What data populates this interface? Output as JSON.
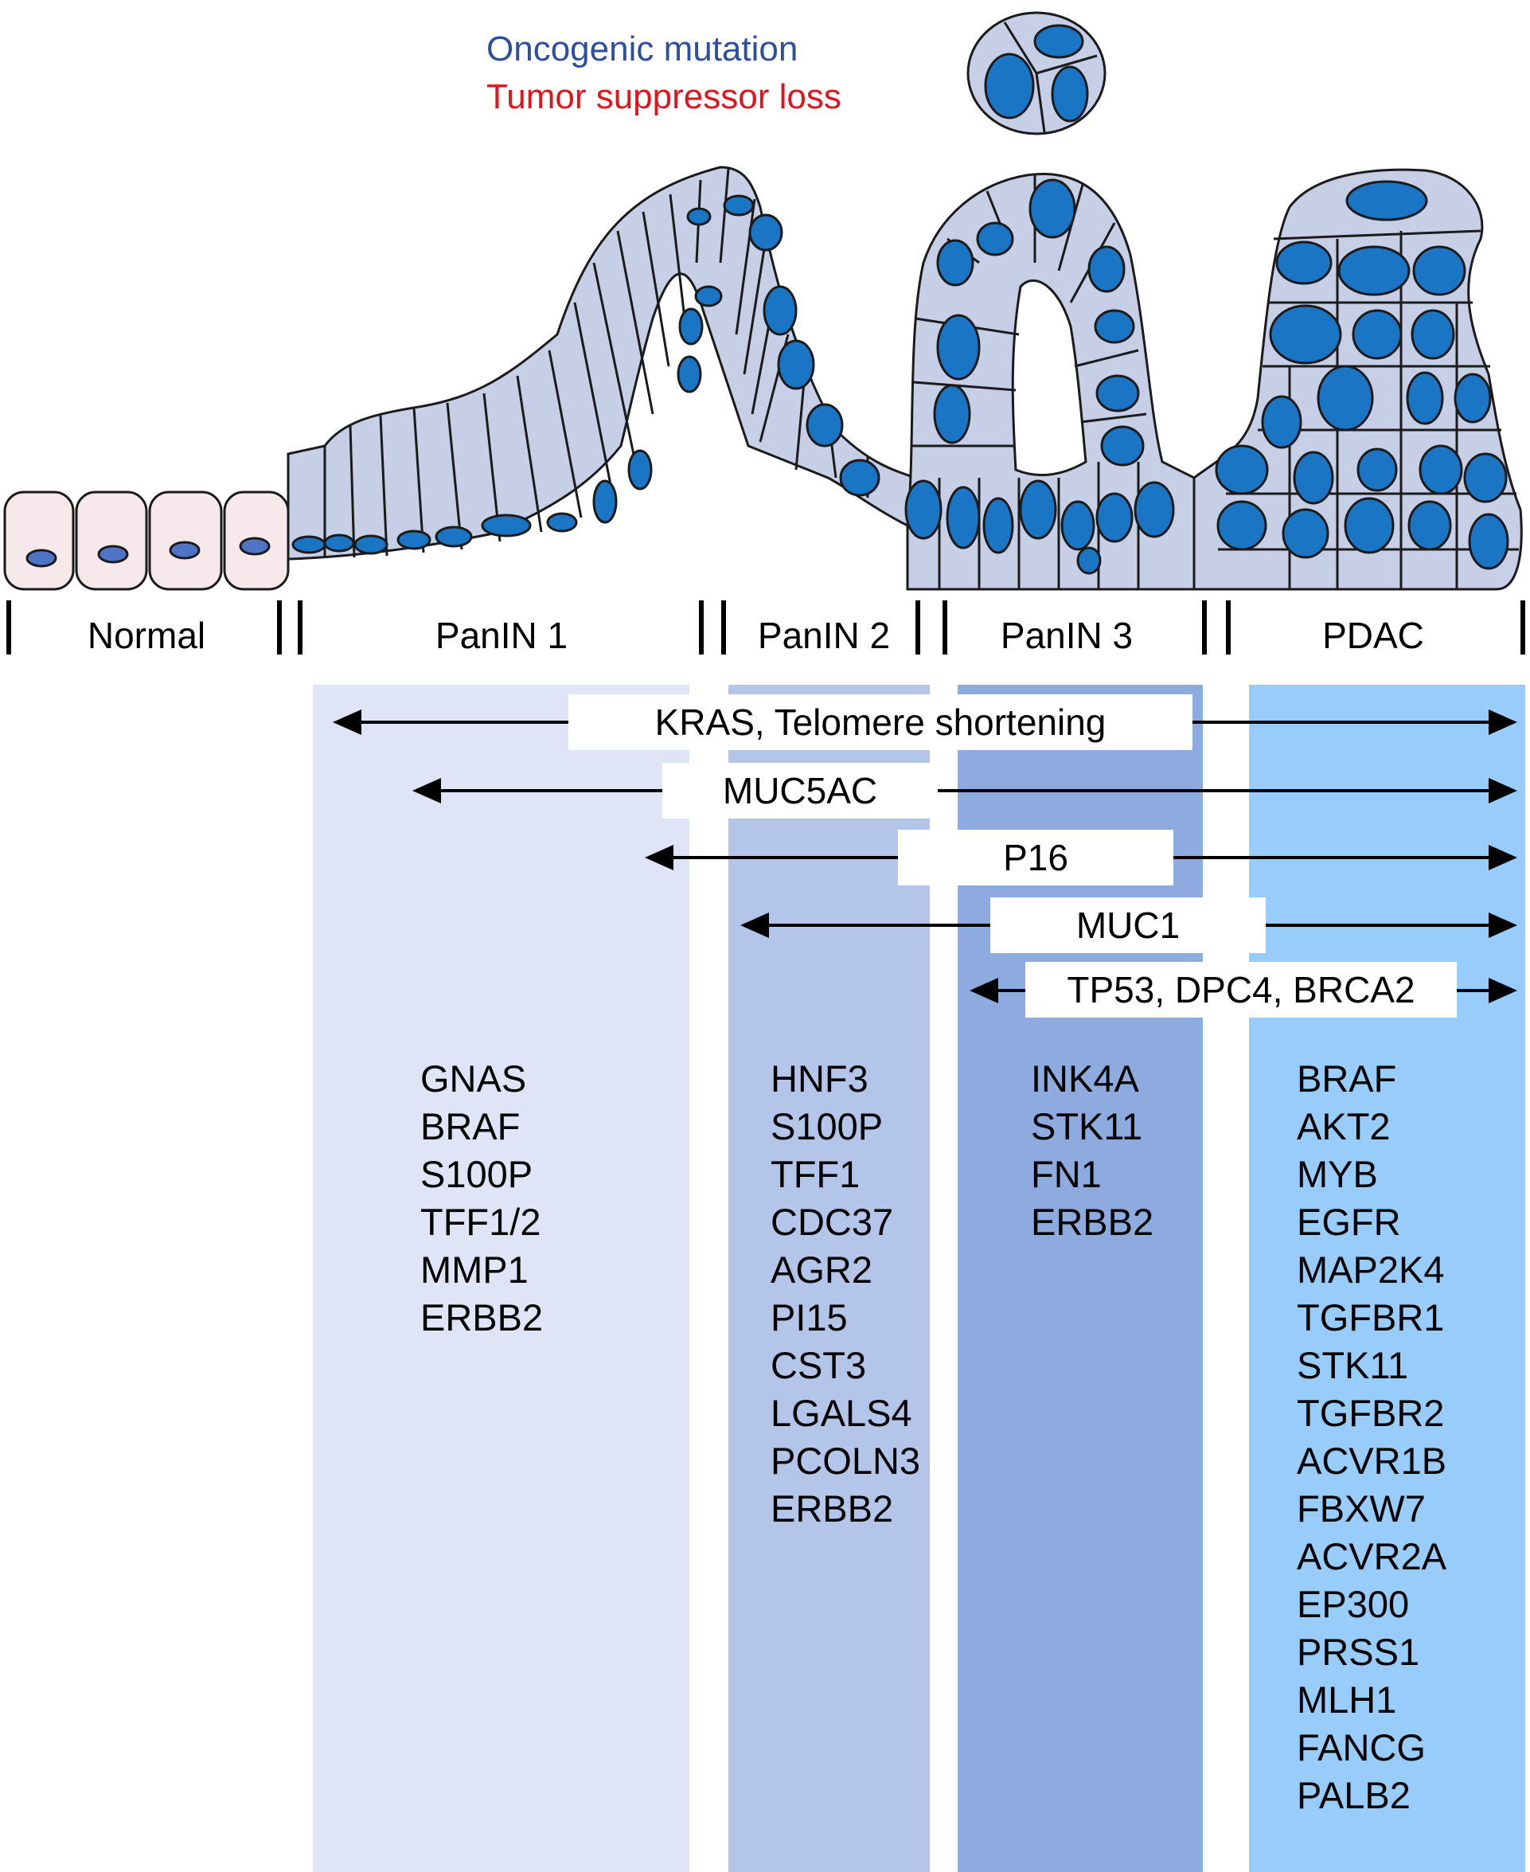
{
  "legend": {
    "oncogenic_label": "Oncogenic mutation",
    "suppressor_label": "Tumor suppressor loss",
    "oncogenic_color": "#2e4f9c",
    "suppressor_color": "#e0141c"
  },
  "stages": [
    {
      "label": "Normal"
    },
    {
      "label": "PanIN 1"
    },
    {
      "label": "PanIN 2"
    },
    {
      "label": "PanIN 3"
    },
    {
      "label": "PDAC"
    }
  ],
  "band_colors": {
    "panin1": "#dfe4f6",
    "panin2": "#b3c6e9",
    "panin3": "#8eabe0",
    "pdac": "#97ccfb"
  },
  "cell_colors": {
    "normal_fill": "#f7e8ec",
    "lesion_fill": "#c6cfe6",
    "nucleus_normal": "#4e74c6",
    "nucleus_lesion": "#1a75c4"
  },
  "alterations": [
    {
      "label": "KRAS, Telomere shortening"
    },
    {
      "label": "MUC5AC"
    },
    {
      "label": "P16"
    },
    {
      "label": "MUC1"
    },
    {
      "label": "TP53, DPC4, BRCA2"
    }
  ],
  "genes": {
    "panin1": [
      "GNAS",
      "BRAF",
      "S100P",
      "TFF1/2",
      "MMP1",
      "ERBB2"
    ],
    "panin2": [
      "HNF3",
      "S100P",
      "TFF1",
      "CDC37",
      "AGR2",
      "PI15",
      "CST3",
      "LGALS4",
      "PCOLN3",
      "ERBB2"
    ],
    "panin3": [
      "INK4A",
      "STK11",
      "FN1",
      "ERBB2"
    ],
    "pdac": [
      "BRAF",
      "AKT2",
      "MYB",
      "EGFR",
      "MAP2K4",
      "TGFBR1",
      "STK11",
      "TGFBR2",
      "ACVR1B",
      "FBXW7",
      "ACVR2A",
      "EP300",
      "PRSS1",
      "MLH1",
      "FANCG",
      "PALB2"
    ]
  }
}
